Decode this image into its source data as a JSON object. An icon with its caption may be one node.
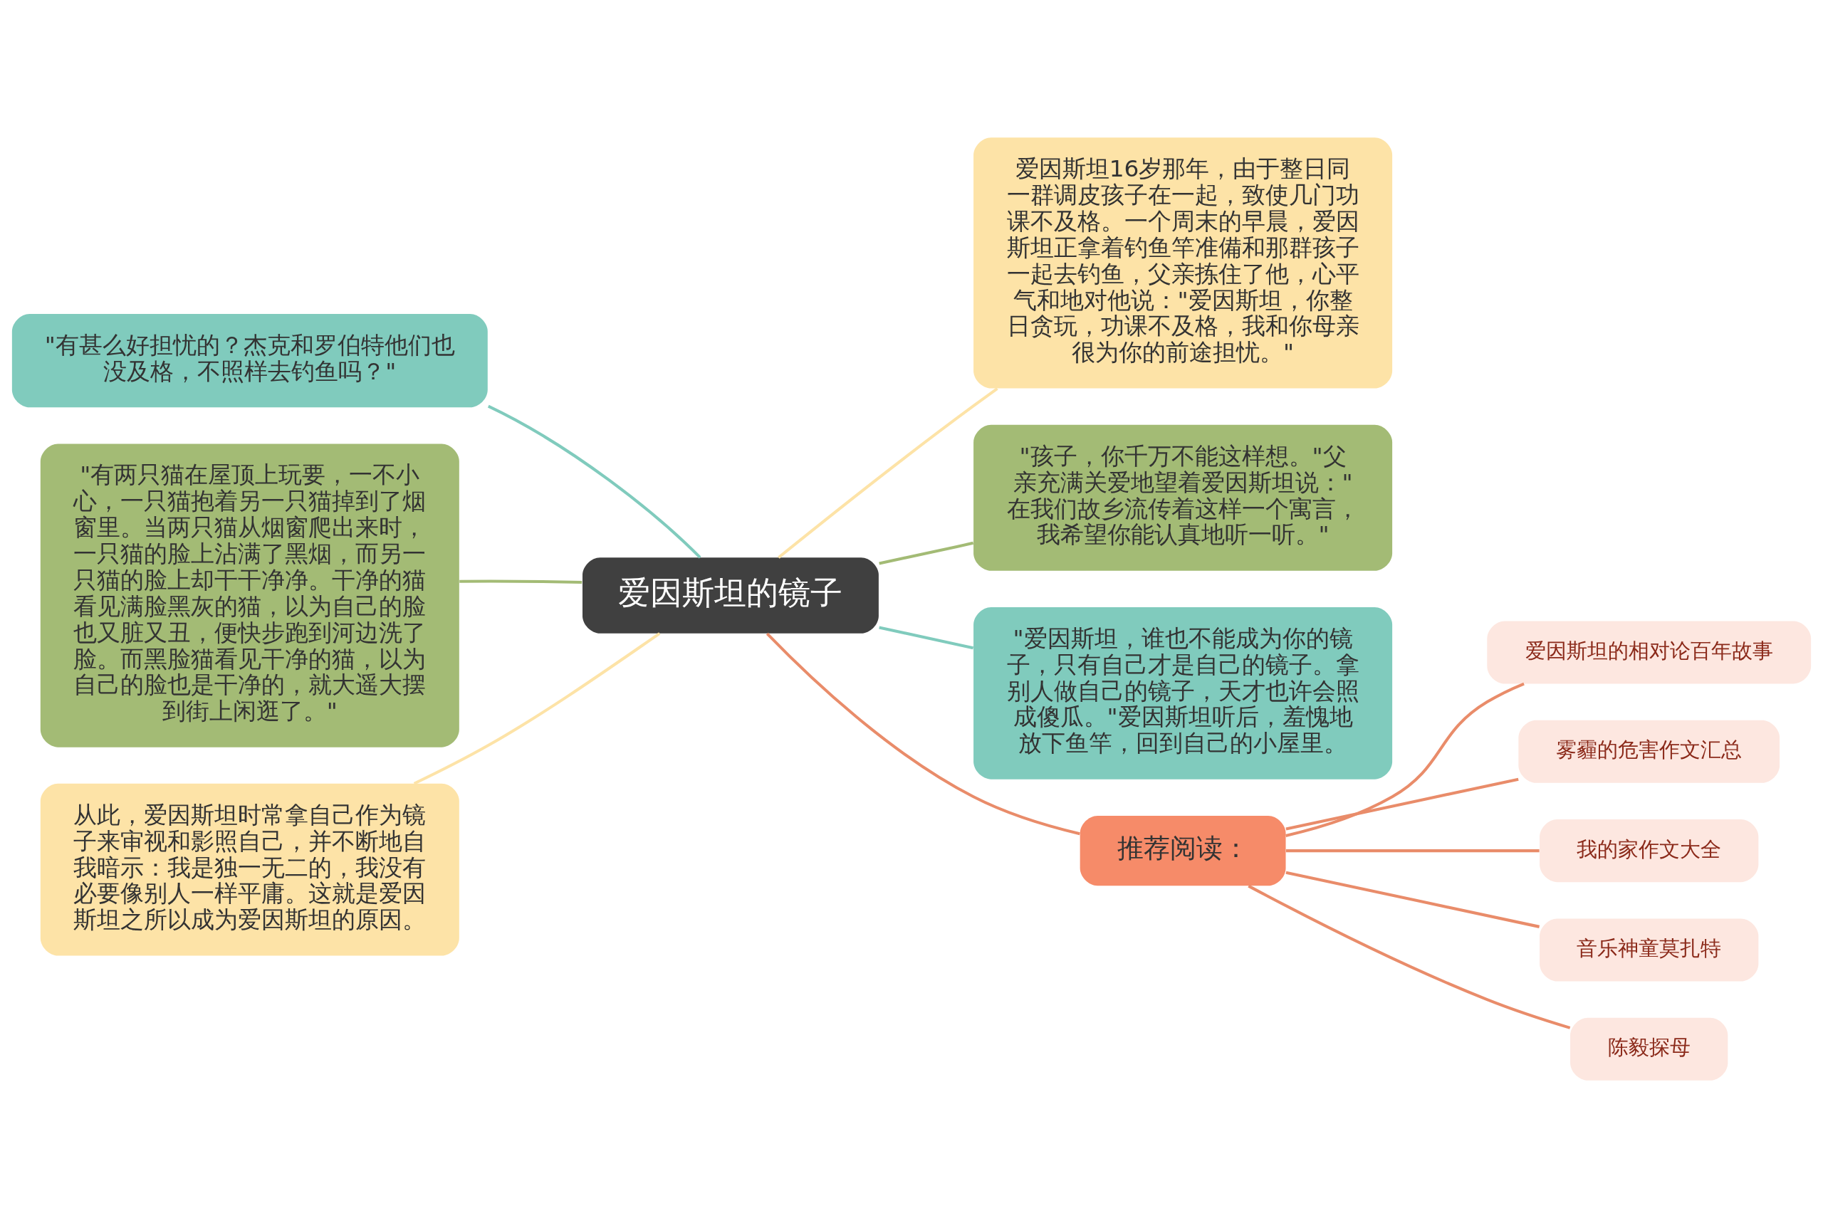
{
  "diagram": {
    "nodes": [
      {
        "text": [
          "爱因斯坦的镜子"
        ]
      },
      {
        "text": [
          "\"有甚么好担忧的？杰克和罗伯特他们也没及格，不照样去钓鱼吗？\""
        ]
      },
      {
        "text": [
          "爱因斯坦16岁那年，由于整日同一群调皮孩子在一起，致使几门功课不及格。一个周末的早晨，爱因斯坦正拿着钓鱼竿准備和那群孩子一起去钓鱼，父亲拣住了他，心平气和地对他说：\"爱因斯坦，你整日贪玩，功课不及格，我和你母亲很为你的前途担忧。\""
        ]
      },
      {
        "text": [
          "\"有两只猫在屋顶上玩要，一不小心，一只猫抱着另一只猫掉到了烟窗里。当两只猫从烟窗爬出来时，一只猫的脸上沾满了黑烟，而另一只猫的脸上却干干净净。干净的猫看见满脸黑灰的猫，以为自己的脸也又脏又丑，便快步跑到河边洗了脸。而黑脸猫看见干净的猫，以为自己的脸也是干净的，就大遥大摆到街上闲逛了。\""
        ]
      },
      {
        "text": [
          "\"孩子，你千万不能这样想。\"父亲充满关爱地望着爱因斯坦说：\"在我们故乡流传着这样一个寓言，我希望你能认真地听一听。\""
        ]
      },
      {
        "text": [
          "\"爱因斯坦，谁也不能成为你的镜子，只有自己才是自己的镜子。拿别人做自己的镜子，天才也许会照成傻瓜。\"爱因斯坦听后，羞愧地放下鱼竿，回到自己的小屋里。"
        ]
      },
      {
        "text": [
          "从此，爱因斯坦时常拿自己作为镜子来审视和影照自己，并不断地自我暗示：我是独一无二的，我没有必要像别人一样平庸。这就是爱因斯坦之所以成为爱因斯坦的原因。"
        ]
      },
      {
        "text": [
          "推荐阅读："
        ]
      },
      {
        "text": [
          "爱因斯坦的相对论百年故事"
        ]
      },
      {
        "text": [
          "雾霾的危害作文汇总"
        ]
      },
      {
        "text": [
          "我的家作文大全"
        ]
      },
      {
        "text": [
          "音乐神童莫扎特"
        ]
      },
      {
        "text": [
          "陈毅探母"
        ]
      }
    ],
    "edges": [
      {
        "from": 0,
        "to": 1,
        "arrow": "none",
        "color": "#80cbbd"
      },
      {
        "from": 0,
        "to": 2,
        "arrow": "none",
        "color": "#fde3a7"
      },
      {
        "from": 0,
        "to": 3,
        "arrow": "none",
        "color": "#a3bb75"
      },
      {
        "from": 0,
        "to": 4,
        "arrow": "none",
        "color": "#a3bb75"
      },
      {
        "from": 0,
        "to": 5,
        "arrow": "none",
        "color": "#80cbbd"
      },
      {
        "from": 0,
        "to": 6,
        "arrow": "none",
        "color": "#fde3a7"
      },
      {
        "from": 0,
        "to": 7,
        "arrow": "none",
        "color": "#e98c6a"
      },
      {
        "from": 7,
        "to": 8,
        "arrow": "none",
        "color": "#e98c6a"
      },
      {
        "from": 7,
        "to": 9,
        "arrow": "none",
        "color": "#e98c6a"
      },
      {
        "from": 7,
        "to": 10,
        "arrow": "none",
        "color": "#e98c6a"
      },
      {
        "from": 7,
        "to": 11,
        "arrow": "none",
        "color": "#e98c6a"
      },
      {
        "from": 7,
        "to": 12,
        "arrow": "none",
        "color": "#e98c6a"
      }
    ]
  }
}
